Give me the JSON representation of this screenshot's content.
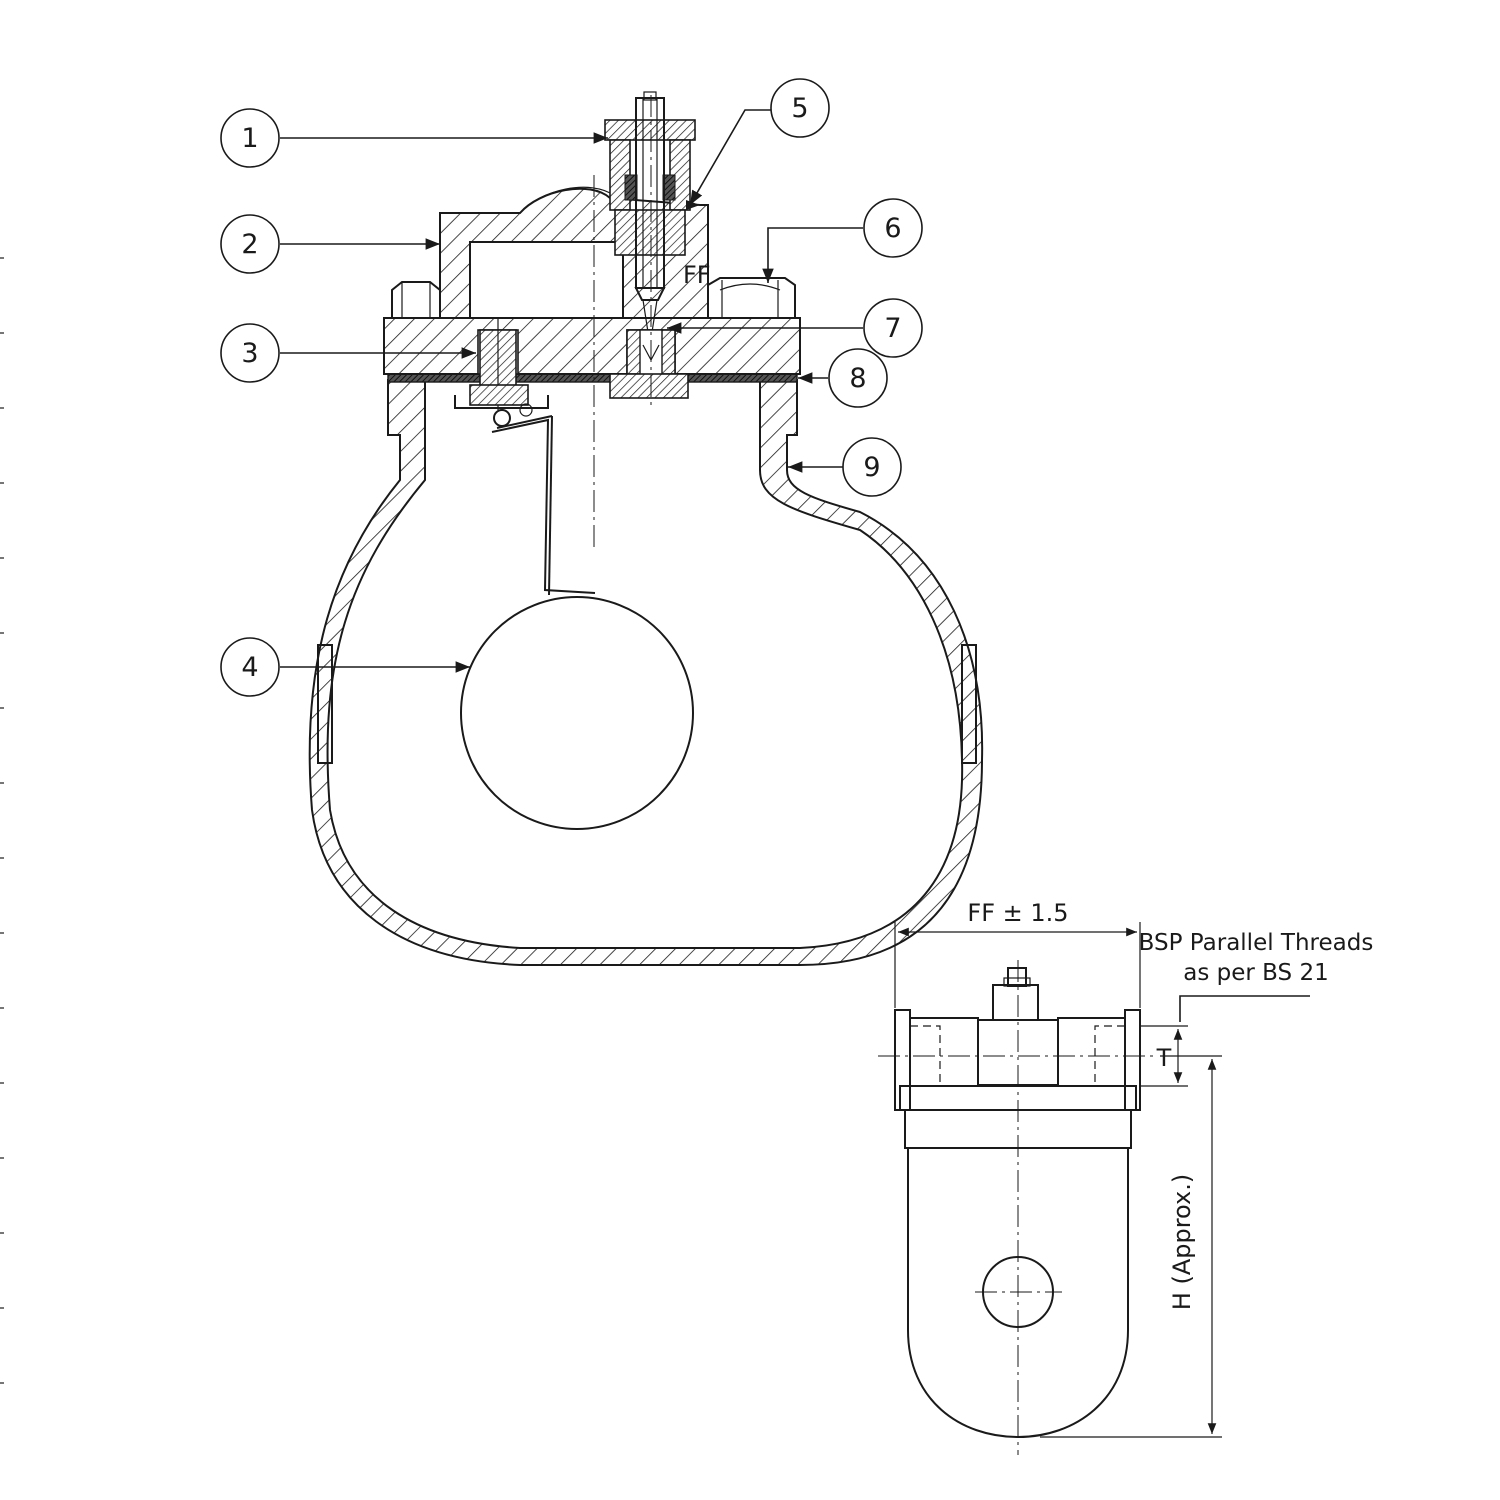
{
  "section_view": {
    "callouts": [
      {
        "number": "1"
      },
      {
        "number": "2"
      },
      {
        "number": "3"
      },
      {
        "number": "4"
      },
      {
        "number": "5"
      },
      {
        "number": "6"
      },
      {
        "number": "7"
      },
      {
        "number": "8"
      },
      {
        "number": "9"
      }
    ],
    "face_label": "FF"
  },
  "outline_view": {
    "width_dim": "FF ± 1.5",
    "thread_note_line1": "BSP Parallel Threads",
    "thread_note_line2": "as per BS 21",
    "thread_dim": "T",
    "height_dim": "H (Approx.)"
  }
}
